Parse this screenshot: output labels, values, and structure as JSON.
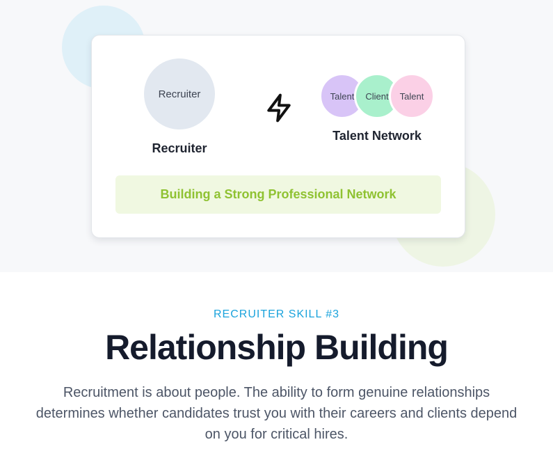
{
  "diagram": {
    "recruiter_circle_label": "Recruiter",
    "recruiter_caption": "Recruiter",
    "connector_icon": "lightning-bolt-icon",
    "network_nodes": [
      {
        "label": "Talent",
        "color": "#d8c4f7"
      },
      {
        "label": "Client",
        "color": "#a9f0cc"
      },
      {
        "label": "Talent",
        "color": "#fbd0e6"
      }
    ],
    "network_caption": "Talent Network",
    "banner": "Building a Strong Professional Network"
  },
  "section": {
    "eyebrow": "RECRUITER SKILL #3",
    "title": "Relationship Building",
    "description": "Recruitment is about people. The ability to form genuine relationships determines whether candidates trust you with their careers and clients depend on you for critical hires."
  },
  "colors": {
    "accent_blue": "#1aa3dc",
    "accent_green": "#8fc232",
    "title": "#151b2c"
  }
}
